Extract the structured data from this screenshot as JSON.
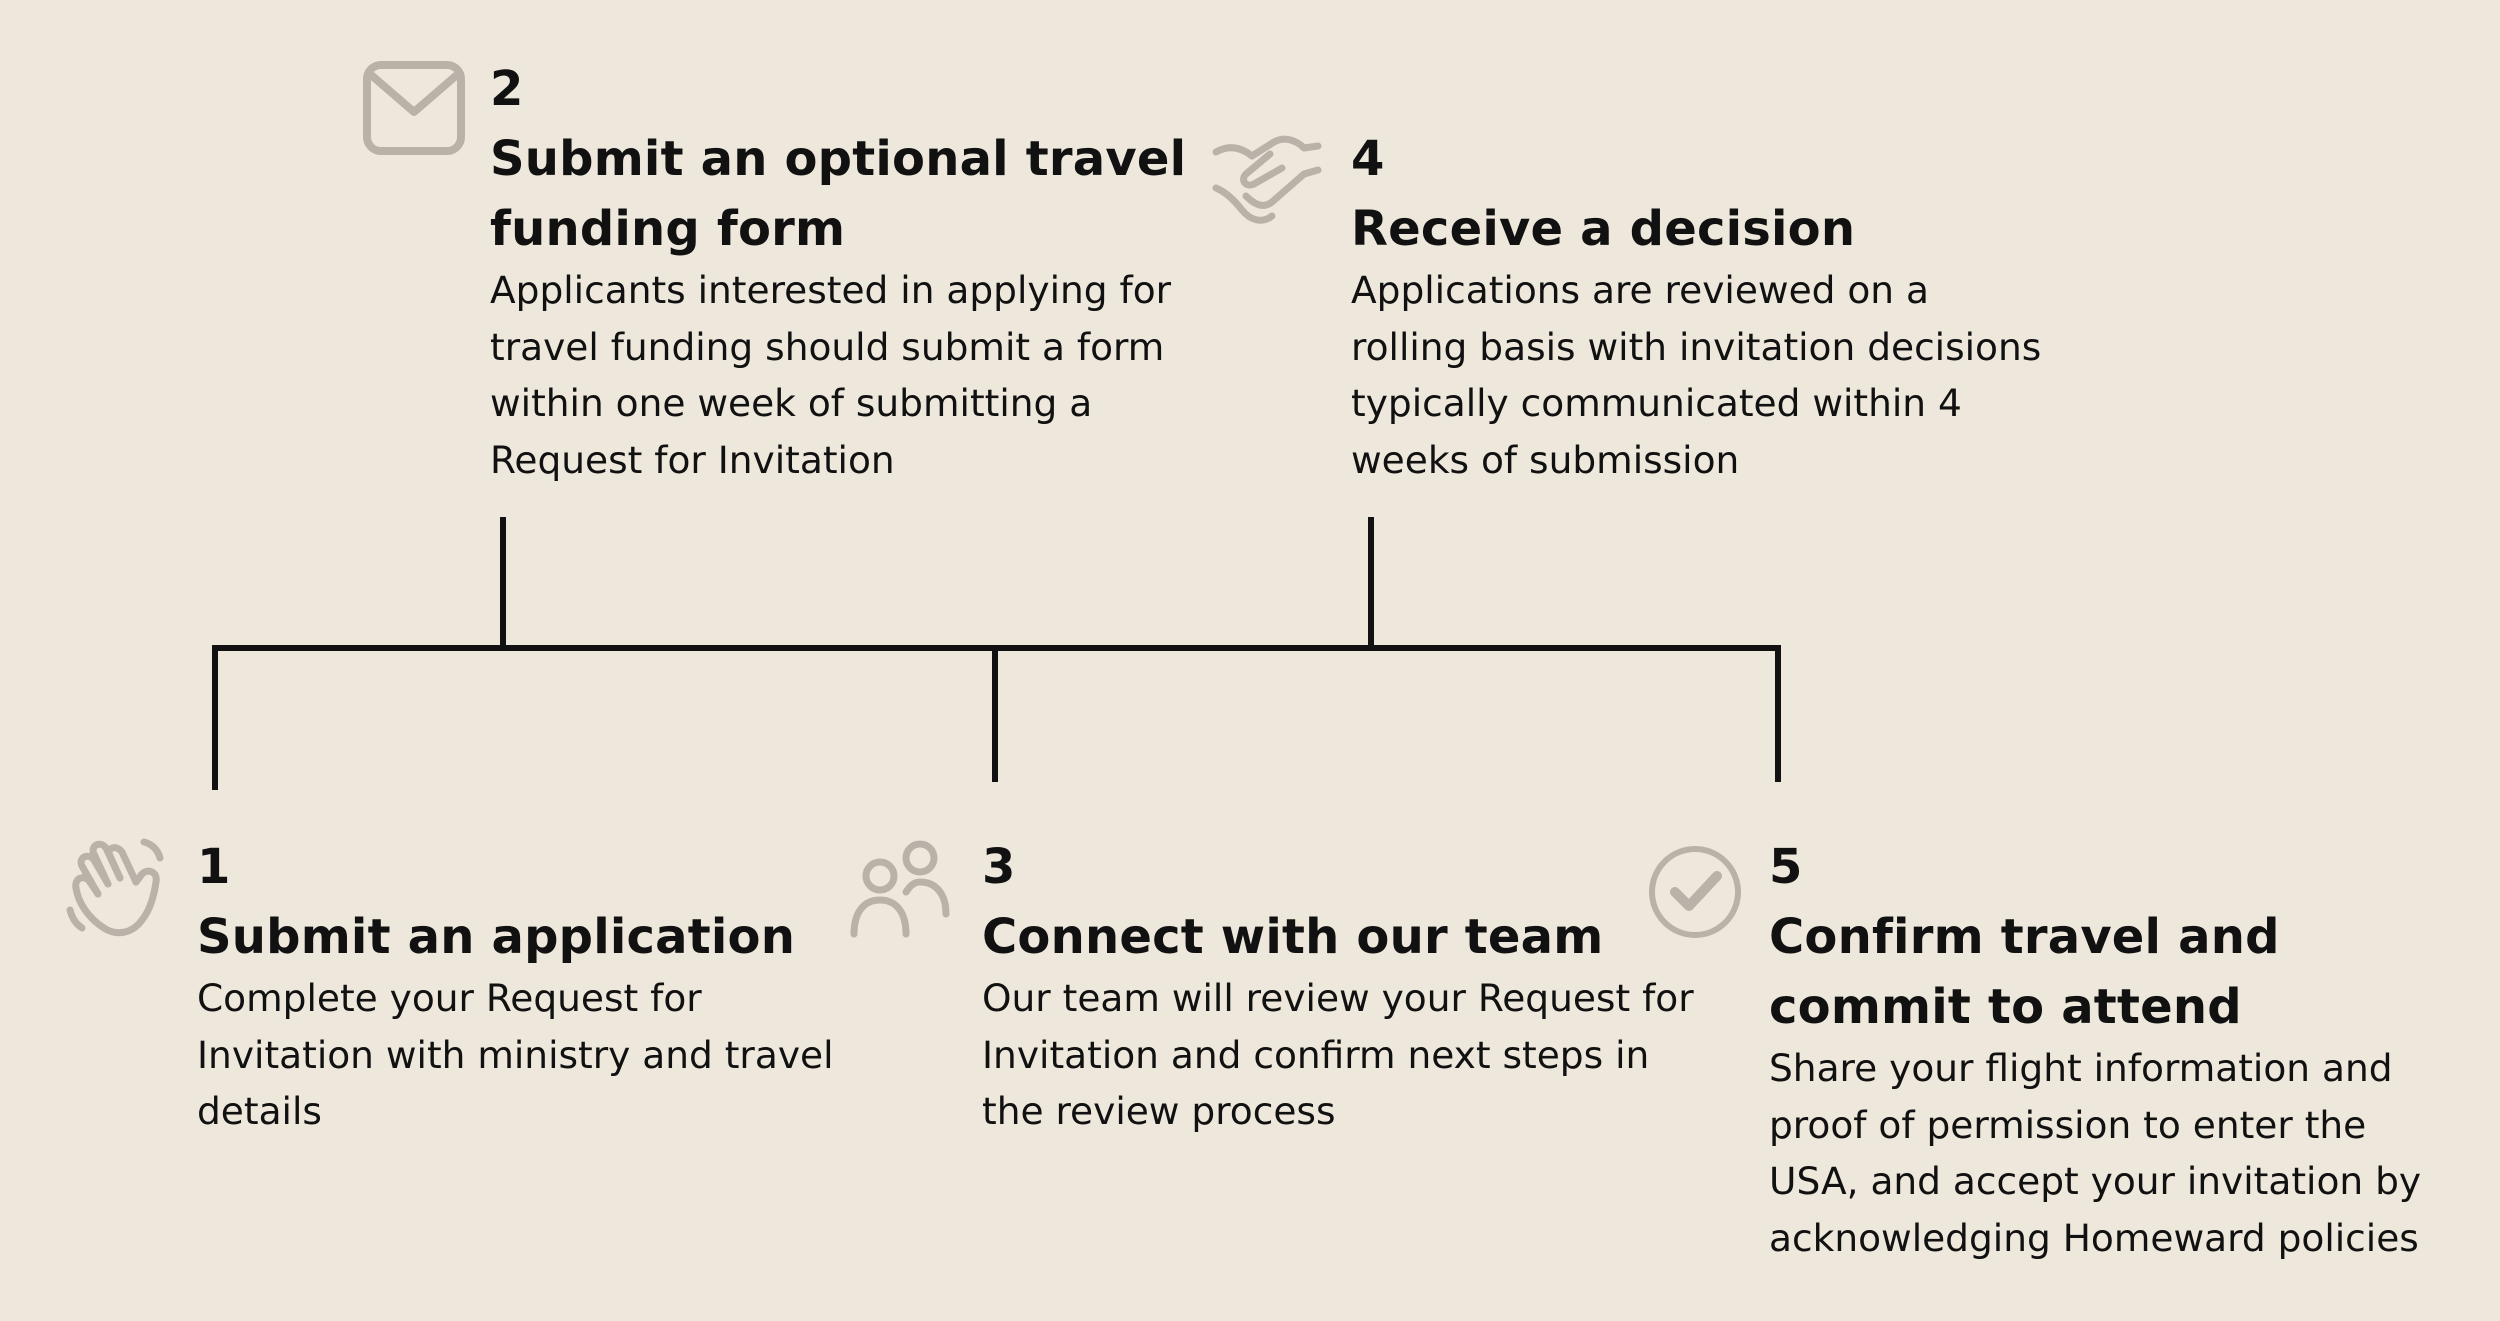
{
  "colors": {
    "background": "#ede7dc",
    "text": "#111111",
    "connector": "#111111",
    "icon": "#b8b2a8"
  },
  "steps": [
    {
      "number": "1",
      "title": "Submit an application",
      "description": "Complete your Request for Invitation with ministry and travel details",
      "icon": "waving-hand-icon"
    },
    {
      "number": "2",
      "title": "Submit an optional travel funding form",
      "description": "Applicants interested in applying for travel funding should submit a form within one week of submitting a Request for Invitation",
      "icon": "envelope-icon"
    },
    {
      "number": "3",
      "title": "Connect with our team",
      "description": "Our team will review your Request for Invitation and confirm next steps in the review process",
      "icon": "people-icon"
    },
    {
      "number": "4",
      "title": "Receive a decision",
      "description": "Applications are reviewed on a rolling basis with invitation decisions typically communicated within 4 weeks of submission",
      "icon": "handshake-icon"
    },
    {
      "number": "5",
      "title": "Confirm travel and commit to attend",
      "description": "Share your flight information and proof of permission to enter the USA, and accept your invitation by acknowledging Homeward policies",
      "icon": "check-circle-icon"
    }
  ]
}
